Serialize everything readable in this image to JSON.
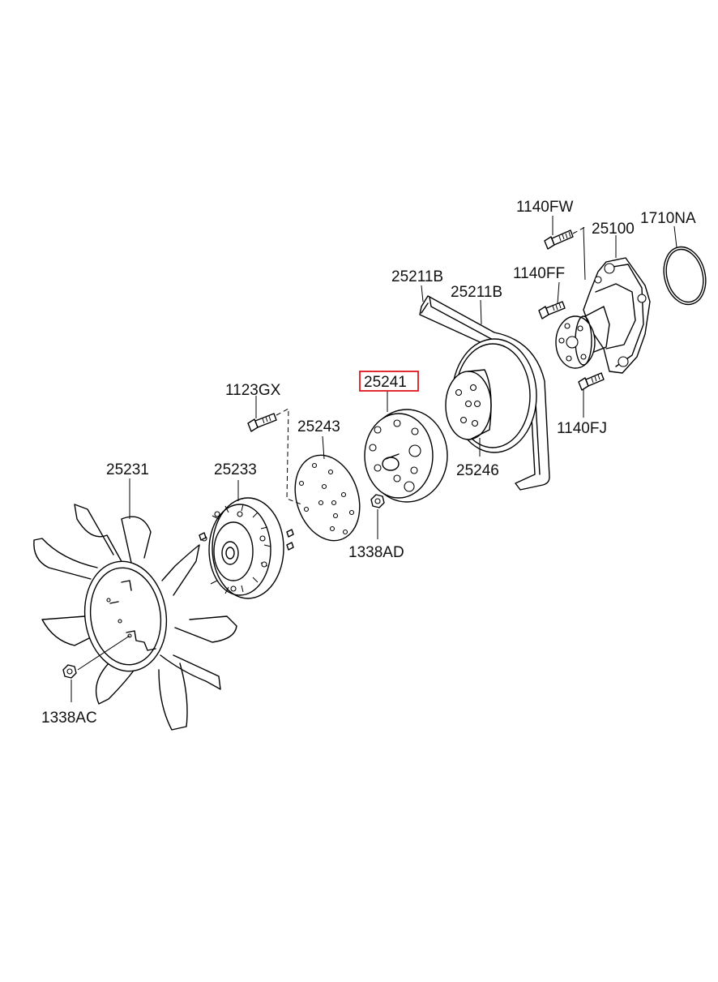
{
  "labels": {
    "p1140FW": "1140FW",
    "p1710NA": "1710NA",
    "p25100": "25100",
    "p1140FF": "1140FF",
    "p25211B_a": "25211B",
    "p25211B_b": "25211B",
    "p25241": "25241",
    "p1123GX": "1123GX",
    "p1140FJ": "1140FJ",
    "p25243": "25243",
    "p25246": "25246",
    "p25231": "25231",
    "p25233": "25233",
    "p1338AD": "1338AD",
    "p1338AC": "1338AC"
  },
  "highlight": {
    "part": "25241",
    "color": "#e0151c"
  }
}
